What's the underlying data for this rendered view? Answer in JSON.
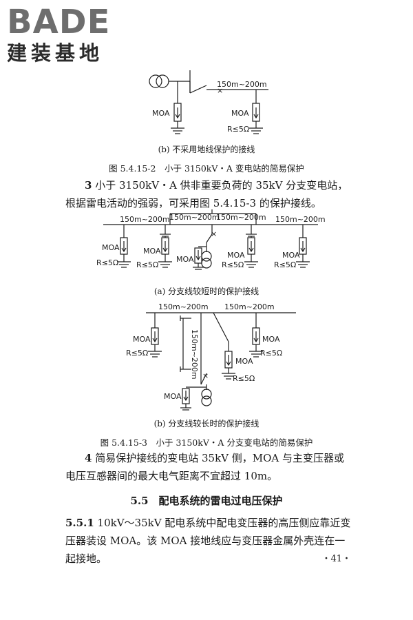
{
  "logo": {
    "word": "BADE",
    "sub": "建装基地"
  },
  "fig_b_top": {
    "caption": "(b) 不采用地线保护的接线",
    "span": "150m~200m",
    "moa": "MOA",
    "r": "R≤5Ω",
    "cross": "×"
  },
  "figure_5_4_15_2_caption": "图 5.4.15-2　小于 3150kV・A 变电站的简易保护",
  "item3": {
    "num": "3",
    "text": "小于 3150kV・A 供非重要负荷的 35kV 分支变电站，根据雷电活动的强弱，可采用图 5.4.15-3 的保护接线。"
  },
  "fig_a": {
    "caption": "(a) 分支线较短时的保护接线",
    "span_left": "150m~200m",
    "span_mid_left": "150m~200m",
    "span_mid_right": "150m~200m",
    "span_right": "150m~200m",
    "moa": "MOA",
    "r": "R≤5Ω",
    "cross": "×"
  },
  "fig_b": {
    "caption": "(b) 分支线较长时的保护接线",
    "span_left": "150m~200m",
    "span_right": "150m~200m",
    "span_vertical": "150m~200m",
    "moa": "MOA",
    "r": "R≤5Ω",
    "cross": "×"
  },
  "figure_5_4_15_3_caption": "图 5.4.15-3　小于 3150kV・A 分支变电站的简易保护",
  "item4": {
    "num": "4",
    "text": "简易保护接线的变电站 35kV 侧，MOA 与主变压器或电压互感器间的最大电气距离不宜超过 10m。"
  },
  "section": {
    "title": "5.5　配电系统的雷电过电压保护"
  },
  "clause_5_5_1": {
    "num": "5.5.1",
    "text": "10kV～35kV 配电系统中配电变压器的高压侧应靠近变压器装设 MOA。该 MOA 接地线应与变压器金属外壳连在一起接地。"
  },
  "page_number": "・41・"
}
